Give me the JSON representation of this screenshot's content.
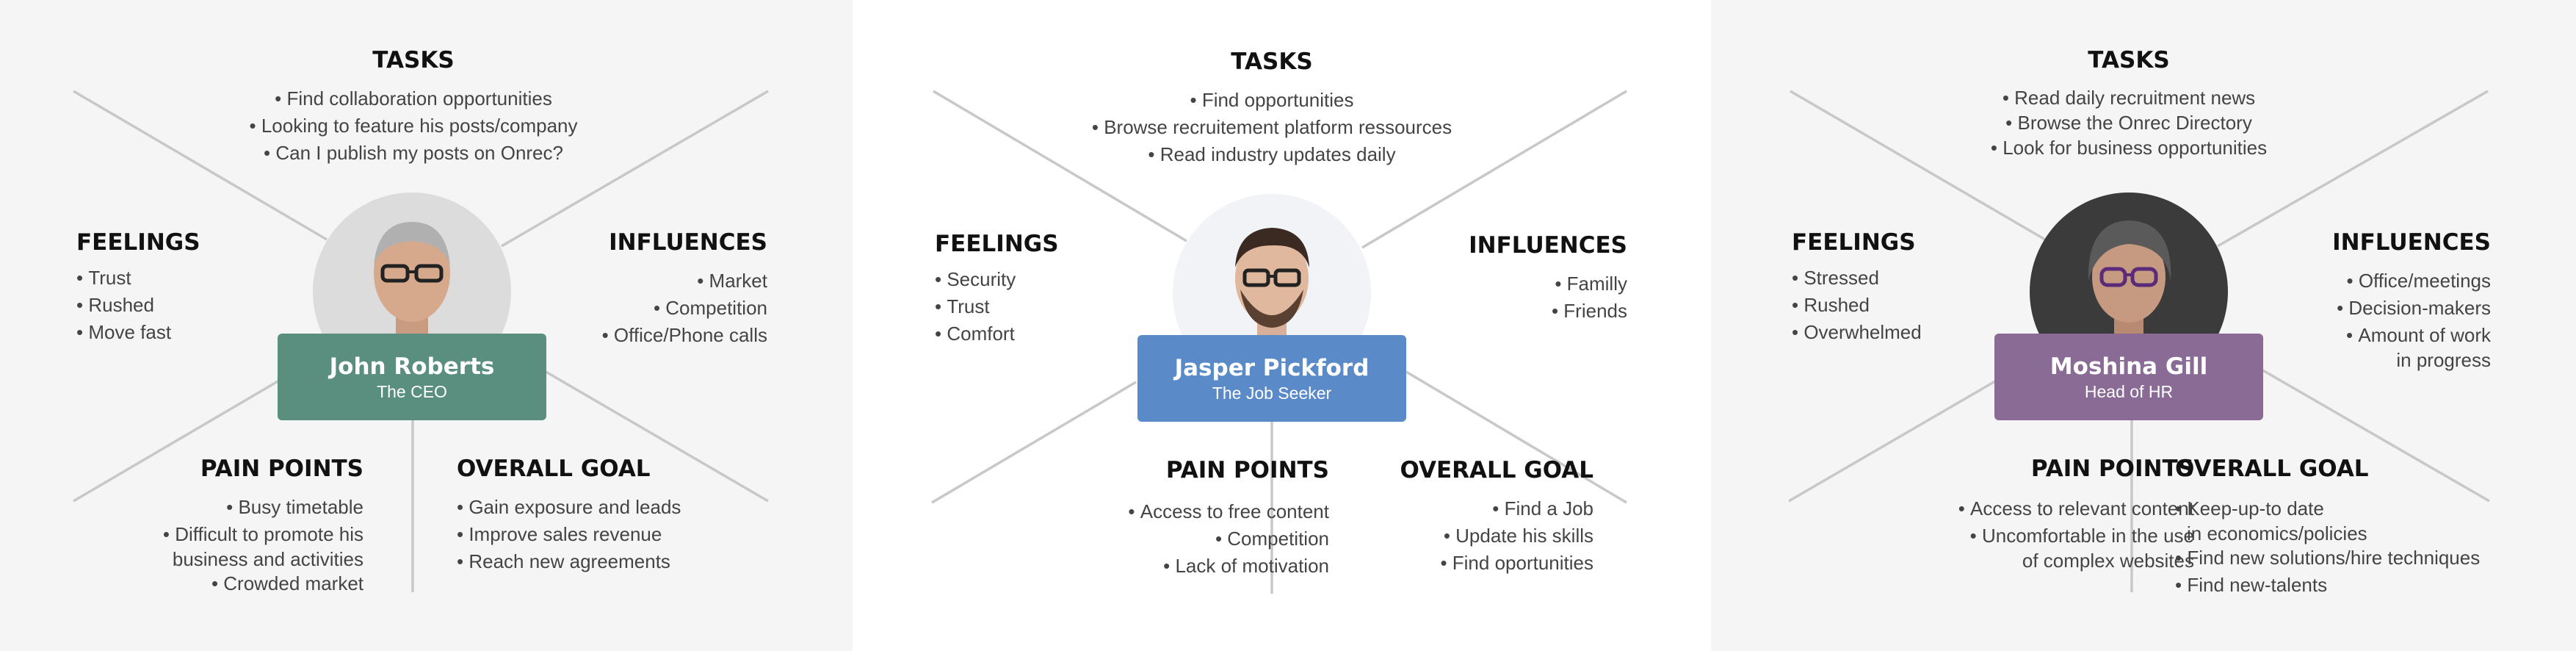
{
  "personas": [
    {
      "name": "John Roberts",
      "role": "The CEO",
      "card_color": "#5a8e7f",
      "photo_icon": "person-portrait-icon",
      "tasks_heading": "TASKS",
      "tasks": [
        "Find collaboration opportunities",
        "Looking to feature his posts/company",
        "Can I publish my posts on Onrec?"
      ],
      "feelings_heading": "FEELINGS",
      "feelings": [
        "Trust",
        "Rushed",
        "Move fast"
      ],
      "influences_heading": "INFLUENCES",
      "influences": [
        "Market",
        "Competition",
        "Office/Phone calls"
      ],
      "pain_heading": "PAIN POINTS",
      "pain_points": [
        {
          "lines": [
            "Busy timetable"
          ]
        },
        {
          "lines": [
            "Difficult to promote his",
            "business and activities"
          ]
        },
        {
          "lines": [
            "Crowded market"
          ]
        }
      ],
      "goal_heading": "OVERALL GOAL",
      "goals": [
        {
          "lines": [
            "Gain exposure and leads"
          ]
        },
        {
          "lines": [
            "Improve sales revenue"
          ]
        },
        {
          "lines": [
            "Reach new agreements"
          ]
        }
      ]
    },
    {
      "name": "Jasper Pickford",
      "role": "The Job Seeker",
      "card_color": "#5b8ac8",
      "photo_icon": "person-portrait-icon",
      "tasks_heading": "TASKS",
      "tasks": [
        "Find opportunities",
        "Browse recruitement platform ressources",
        "Read industry updates daily"
      ],
      "feelings_heading": "FEELINGS",
      "feelings": [
        "Security",
        "Trust",
        "Comfort"
      ],
      "influences_heading": "INFLUENCES",
      "influences": [
        "Familly",
        "Friends"
      ],
      "pain_heading": "PAIN POINTS",
      "pain_points": [
        {
          "lines": [
            "Access to free content"
          ]
        },
        {
          "lines": [
            "Competition"
          ]
        },
        {
          "lines": [
            "Lack of motivation"
          ]
        }
      ],
      "goal_heading": "OVERALL GOAL",
      "goals": [
        {
          "lines": [
            "Find a Job"
          ]
        },
        {
          "lines": [
            "Update his skills"
          ]
        },
        {
          "lines": [
            "Find oportunities"
          ]
        }
      ]
    },
    {
      "name": "Moshina Gill",
      "role": "Head of HR",
      "card_color": "#896b95",
      "photo_icon": "person-portrait-icon",
      "tasks_heading": "TASKS",
      "tasks": [
        "Read daily recruitment news",
        "Browse the Onrec Directory",
        "Look for business opportunities"
      ],
      "feelings_heading": "FEELINGS",
      "feelings": [
        "Stressed",
        "Rushed",
        "Overwhelmed"
      ],
      "influences_heading": "INFLUENCES",
      "influences": [
        {
          "lines": [
            "Office/meetings"
          ]
        },
        {
          "lines": [
            "Decision-makers"
          ]
        },
        {
          "lines": [
            "Amount of work",
            "in progress"
          ]
        }
      ],
      "pain_heading": "PAIN POINTS",
      "pain_points": [
        {
          "lines": [
            "Access to relevant content"
          ]
        },
        {
          "lines": [
            "Uncomfortable in the use",
            "of complex websites"
          ]
        }
      ],
      "goal_heading": "OVERALL GOAL",
      "goals": [
        {
          "lines": [
            "Keep-up-to date",
            "in economics/policies"
          ]
        },
        {
          "lines": [
            "Find new solutions/hire techniques"
          ]
        },
        {
          "lines": [
            "Find new-talents"
          ]
        }
      ]
    }
  ]
}
